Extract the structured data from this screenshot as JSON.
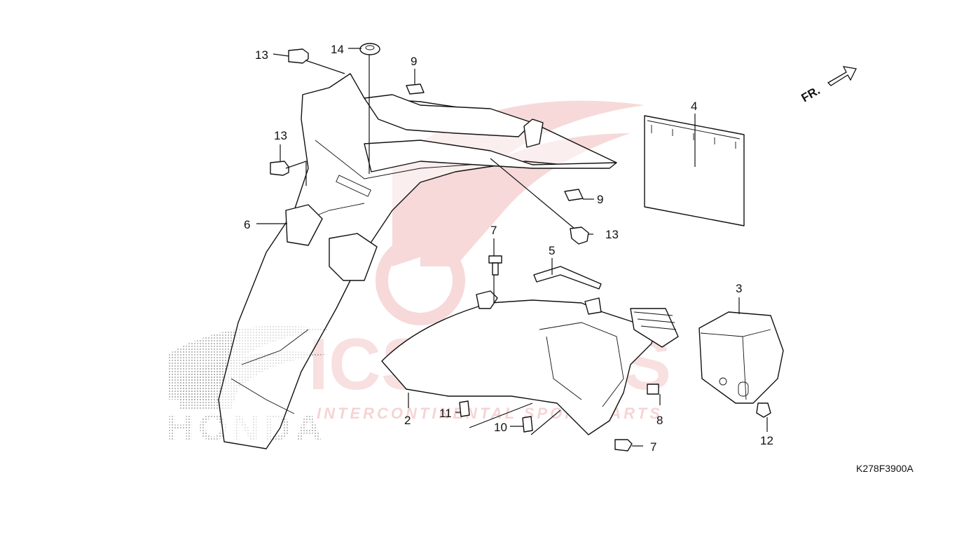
{
  "diagram": {
    "drawing_code": "K278F3900A",
    "front_marker": "FR.",
    "watermark": {
      "brand": "HONDA",
      "dealer": "ICSPARTS",
      "tagline": "INTERCONTINENTAL SPORT PARTS"
    },
    "callouts": {
      "c13a": "13",
      "c14": "14",
      "c9a": "9",
      "c4": "4",
      "c13b": "13",
      "c6": "6",
      "c9b": "9",
      "c13c": "13",
      "c7a": "7",
      "c5": "5",
      "c3": "3",
      "c2": "2",
      "c11": "11",
      "c10": "10",
      "c8": "8",
      "c7b": "7",
      "c12": "12"
    }
  }
}
